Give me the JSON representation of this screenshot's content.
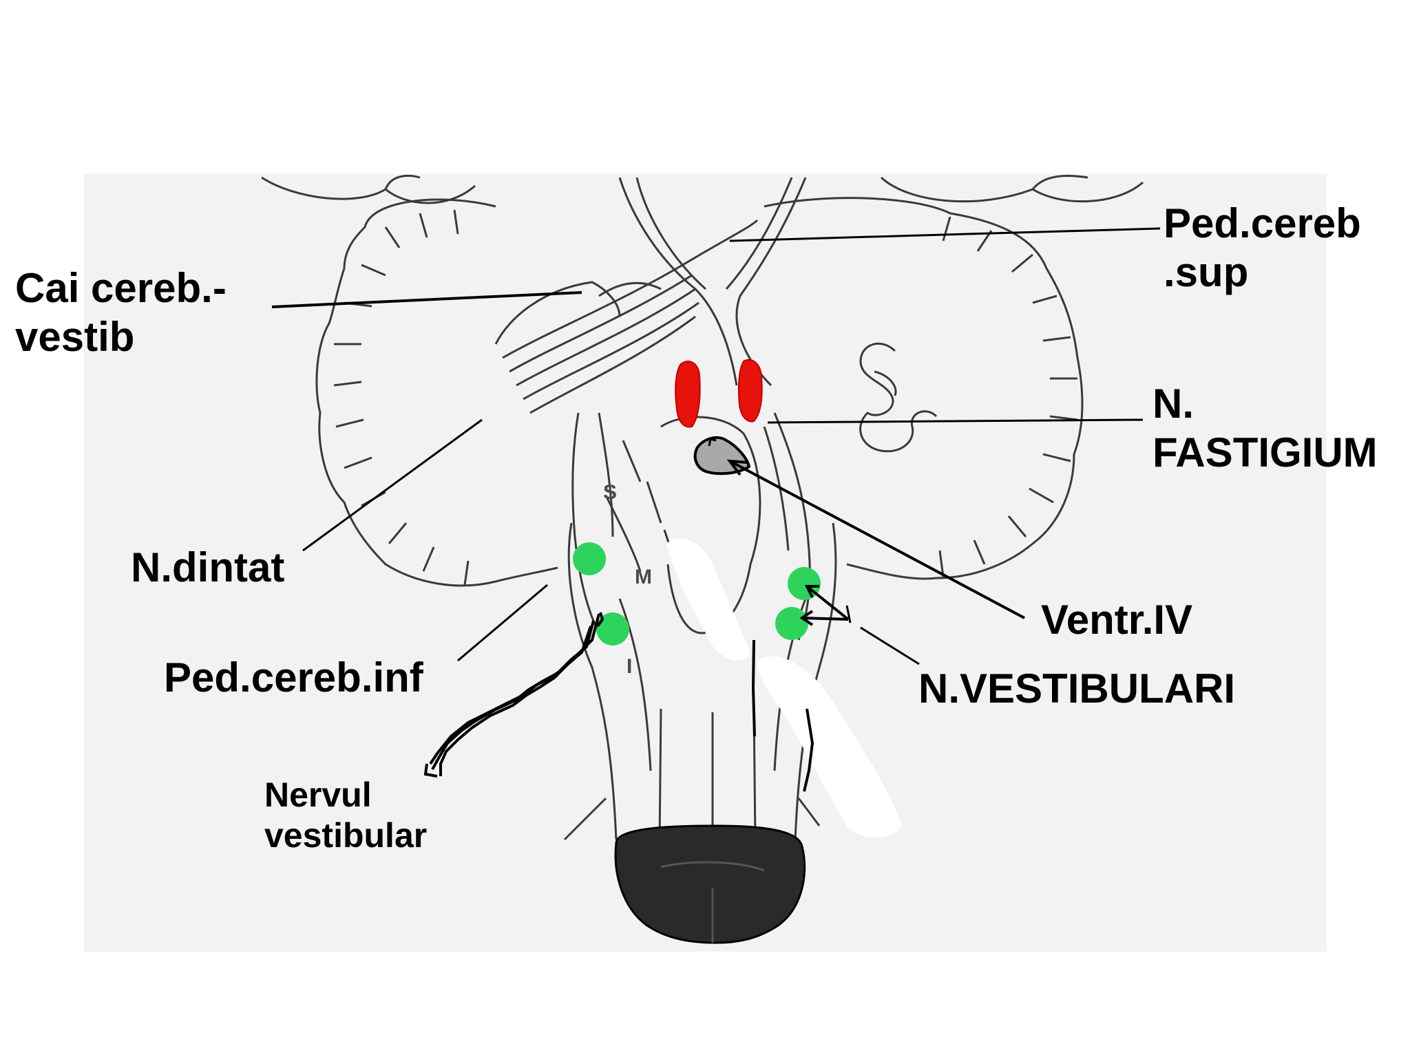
{
  "labels": {
    "cai_cereb_vestib": [
      "Cai cereb.-",
      "vestib"
    ],
    "ped_cereb_sup": [
      "Ped.cereb",
      ".sup"
    ],
    "n_fastigium": [
      "N.",
      "FASTIGIUM"
    ],
    "n_dintat": "N.dintat",
    "ventr_iv": "Ventr.IV",
    "ped_cereb_inf": "Ped.cereb.inf",
    "n_vestibulari": "N.VESTIBULARI",
    "nervul_vestibular": [
      "Nervul",
      "vestibular"
    ]
  },
  "nucleus_letters": {
    "s": "S",
    "m": "M",
    "i": "I"
  },
  "colors": {
    "fastigial_nuclei": "#e8120c",
    "vestibular_nuclei": "#2ed35c",
    "fourth_ventricle": "#a9a9a9",
    "spinal_cord_section": "#2a2a2a",
    "background_panel": "#f2f2f2",
    "line": "#000000",
    "sketch": "#3a3a3a"
  }
}
